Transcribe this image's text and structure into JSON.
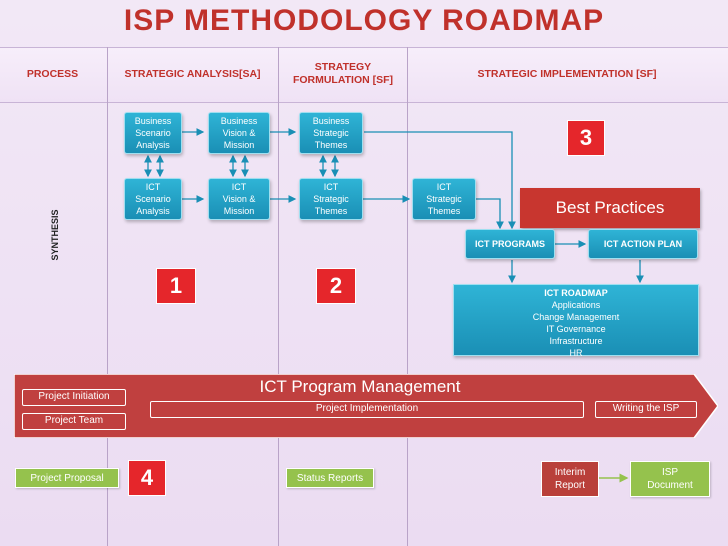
{
  "title": "ISP METHODOLOGY ROADMAP",
  "headers": {
    "process": "PROCESS",
    "sa": "STRATEGIC ANALYSIS[SA]",
    "sf_line1": "STRATEGY",
    "sf_line2": "FORMULATION [SF]",
    "si": "STRATEGIC IMPLEMENTATION [SF]"
  },
  "row_label": "SYNTHESIS",
  "boxes": {
    "biz_scenario": [
      "Business",
      "Scenario",
      "Analysis"
    ],
    "biz_vision": [
      "Business",
      "Vision &",
      "Mission"
    ],
    "biz_themes": [
      "Business",
      "Strategic",
      "Themes"
    ],
    "ict_scenario": [
      "ICT",
      "Scenario",
      "Analysis"
    ],
    "ict_vision": [
      "ICT",
      "Vision &",
      "Mission"
    ],
    "ict_themes_sf": [
      "ICT",
      "Strategic",
      "Themes"
    ],
    "ict_themes_si": [
      "ICT",
      "Strategic",
      "Themes"
    ]
  },
  "best_practices": "Best Practices",
  "ict_programs": "ICT PROGRAMS",
  "ict_action_plan": "ICT ACTION PLAN",
  "roadmap": {
    "title": "ICT ROADMAP",
    "items": [
      "Applications",
      "Change Management",
      "IT Governance",
      "Infrastructure",
      "HR"
    ]
  },
  "numbers": {
    "n1": "1",
    "n2": "2",
    "n3": "3",
    "n4": "4"
  },
  "program": {
    "title": "ICT Program Management",
    "initiation": "Project Initiation",
    "team": "Project Team",
    "implementation": "Project Implementation",
    "writing": "Writing the ISP"
  },
  "bottom": {
    "proposal": "Project Proposal",
    "status": "Status Reports",
    "interim": [
      "Interim",
      "Report"
    ],
    "isp_doc": [
      "ISP",
      "Document"
    ]
  },
  "colors": {
    "title_red": "#c0312b",
    "box_blue": "#1a8fb5",
    "bar_red": "#c0403f",
    "number_red": "#e5262b",
    "green": "#95c24d"
  }
}
